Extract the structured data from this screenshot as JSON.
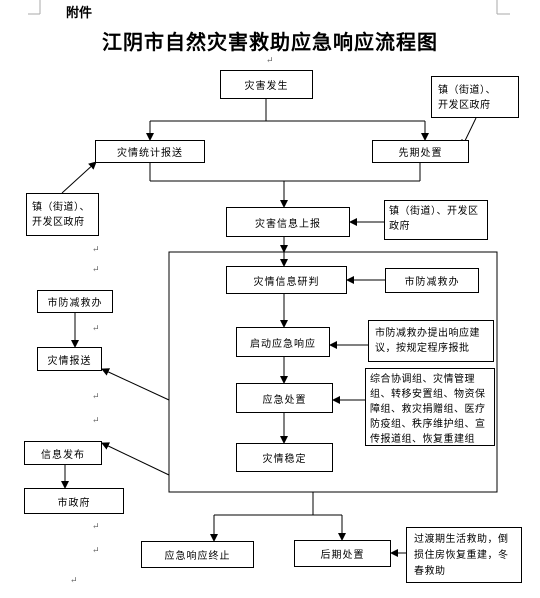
{
  "header": {
    "attachment": "附件",
    "title": "江阴市自然灾害救助应急响应流程图"
  },
  "boxes": {
    "disaster_occur": "灾害发生",
    "town_gov_top_line1": "镇（街道）、",
    "town_gov_top_line2": "开发区政府",
    "stats_report": "灾情统计报送",
    "early_action": "先期处置",
    "town_gov_left_line1": "镇（街道）、",
    "town_gov_left_line2": "开发区政府",
    "info_report": "灾害信息上报",
    "town_gov_right": "镇（街道）、开发区政府",
    "assessment": "灾情信息研判",
    "mitigation_office_a": "市防减救办",
    "mitigation_office_left": "市防减救办",
    "start_response": "启动应急响应",
    "office_propose": "市防减救办提出响应建议，按规定程序报批",
    "disaster_report": "灾情报送",
    "emergency_action": "应急处置",
    "groups": "综合协调组、灾情管理组、转移安置组、物资保障组、救灾捐赠组、医疗防疫组、秩序维护组、宣传报道组、恢复重建组",
    "info_release": "信息发布",
    "stabilize": "灾情稳定",
    "city_gov": "市政府",
    "end_response": "应急响应终止",
    "aftermath": "后期处置",
    "aftermath_detail": "过渡期生活救助，倒损住房恢复重建，冬春救助"
  },
  "marks": {
    "return": "↵"
  }
}
